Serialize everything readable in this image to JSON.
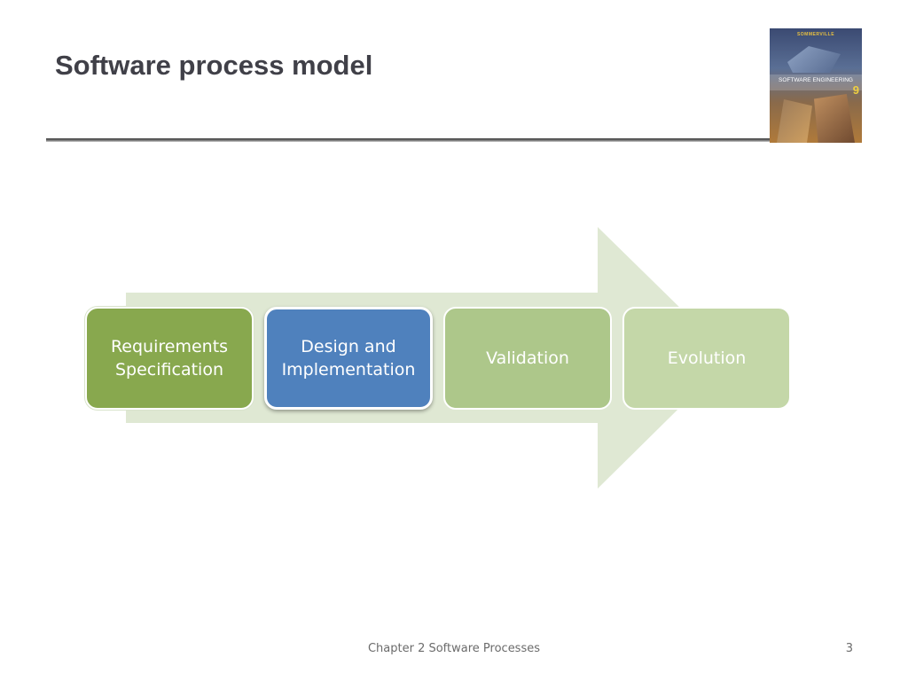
{
  "slide": {
    "title": "Software process model",
    "footer": "Chapter 2 Software Processes",
    "page_number": "3"
  },
  "cover": {
    "author": "SOMMERVILLE",
    "title": "SOFTWARE ENGINEERING",
    "edition": "9"
  },
  "diagram": {
    "arrow_color": "#dfe8d3",
    "steps": [
      {
        "label": "Requirements\nSpecification",
        "color": "#88a84e"
      },
      {
        "label": "Design and\nImplementation",
        "color": "#4f81bd"
      },
      {
        "label": "Validation",
        "color": "#adc78a"
      },
      {
        "label": "Evolution",
        "color": "#c4d7a8"
      }
    ]
  }
}
